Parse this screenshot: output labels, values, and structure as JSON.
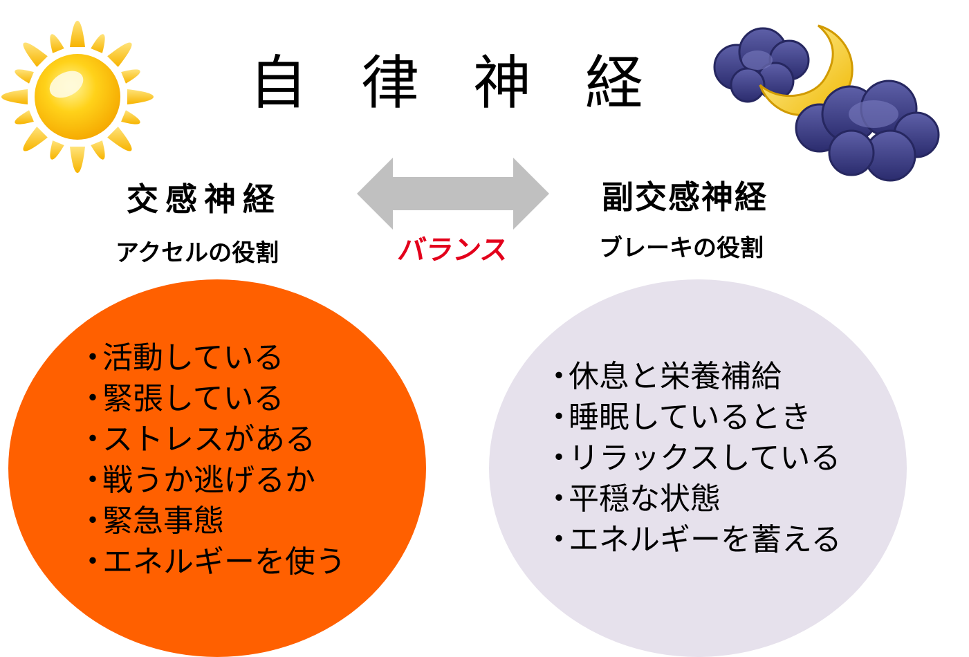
{
  "title": "自律神経",
  "sympathetic": {
    "title": "交感神経",
    "subtitle": "アクセルの役割",
    "items": [
      "活動している",
      "緊張している",
      "ストレスがある",
      "戦うか逃げるか",
      "緊急事態",
      "エネルギーを使う"
    ],
    "color": "#ff6000"
  },
  "parasympathetic": {
    "title": "副交感神経",
    "subtitle": "ブレーキの役割",
    "items": [
      "休息と栄養補給",
      "睡眠しているとき",
      "リラックスしている",
      "平穏な状態",
      "エネルギーを蓄える"
    ],
    "color": "#e6e1ec"
  },
  "balance": {
    "label": "バランス",
    "color": "#e3001b",
    "arrow_color": "#c0c0c0"
  },
  "icons": {
    "day": "sun-icon",
    "night": "moon-cloud-icon",
    "balance": "double-arrow-icon"
  }
}
